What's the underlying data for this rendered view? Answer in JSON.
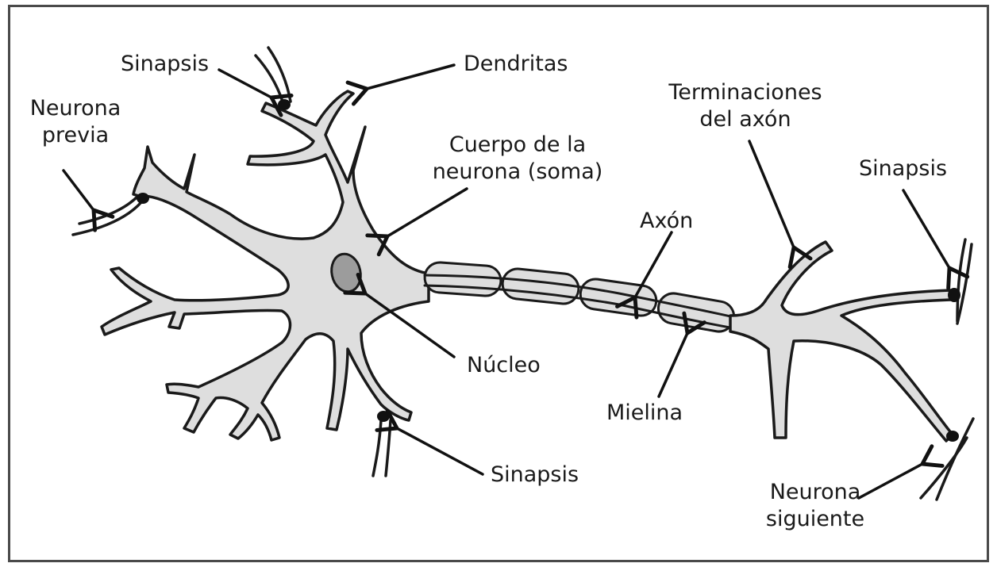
{
  "labels": {
    "sinapsis_top": "Sinapsis",
    "dendritas": "Dendritas",
    "neurona_previa": [
      "Neurona",
      "previa"
    ],
    "cuerpo": [
      "Cuerpo de la",
      "neurona (soma)"
    ],
    "terminaciones": [
      "Terminaciones",
      "del axón"
    ],
    "sinapsis_right": "Sinapsis",
    "axon": "Axón",
    "nucleo": "Núcleo",
    "mielina": "Mielina",
    "sinapsis_bottom": "Sinapsis",
    "neurona_siguiente": [
      "Neurona",
      "siguiente"
    ]
  },
  "colors": {
    "cell_fill": "#dedede",
    "nucleus_fill": "#9c9c9c",
    "outline": "#1a1a1a"
  }
}
